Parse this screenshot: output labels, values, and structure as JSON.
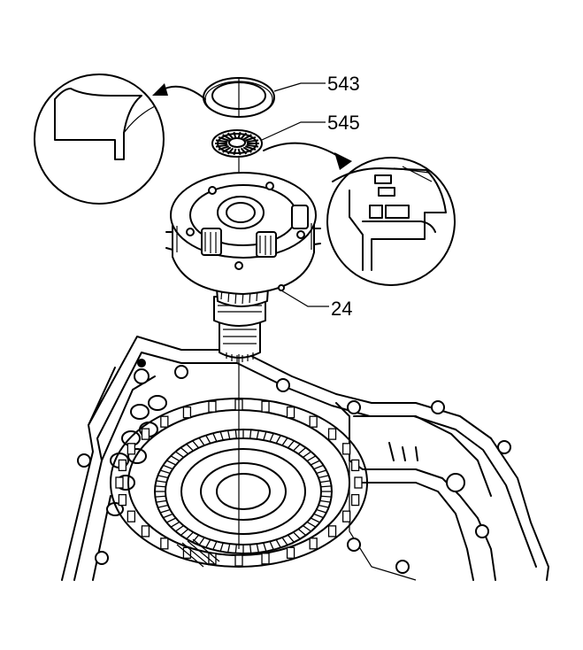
{
  "callouts": [
    {
      "id": "c543",
      "text": "543"
    },
    {
      "id": "c545",
      "text": "545"
    },
    {
      "id": "c24",
      "text": "24"
    }
  ],
  "colors": {
    "ink": "#000000",
    "paper": "#ffffff"
  }
}
